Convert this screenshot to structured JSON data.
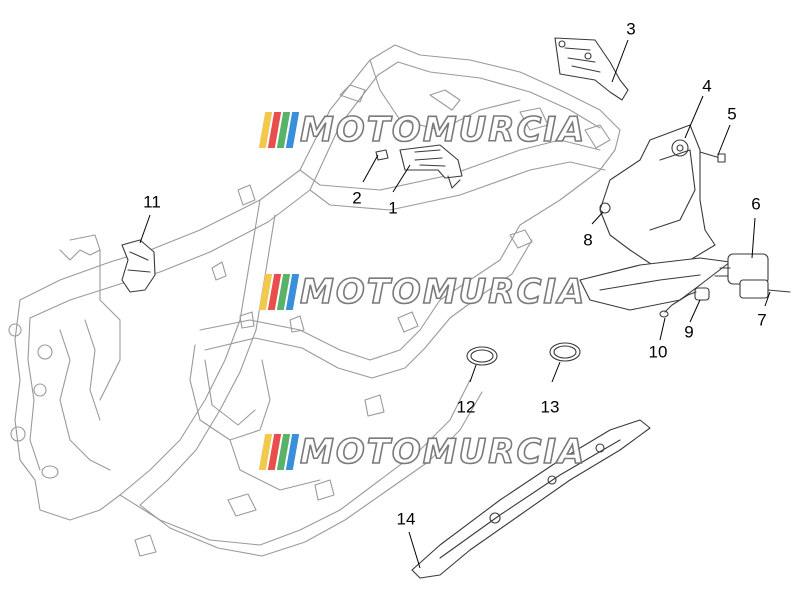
{
  "diagram": {
    "callouts": [
      "1",
      "2",
      "3",
      "4",
      "5",
      "6",
      "7",
      "8",
      "9",
      "10",
      "11",
      "12",
      "13",
      "14"
    ]
  },
  "watermark": {
    "text": "MOTOMURCIA",
    "flag_colors": [
      "#f2c94c",
      "#e94e4e",
      "#58b368",
      "#3a8fd9"
    ],
    "text_outline": "#6f6f6f"
  },
  "colors": {
    "frame_line": "#9a9a9a",
    "part_line": "#3a3a3a",
    "leader_line": "#000000"
  }
}
